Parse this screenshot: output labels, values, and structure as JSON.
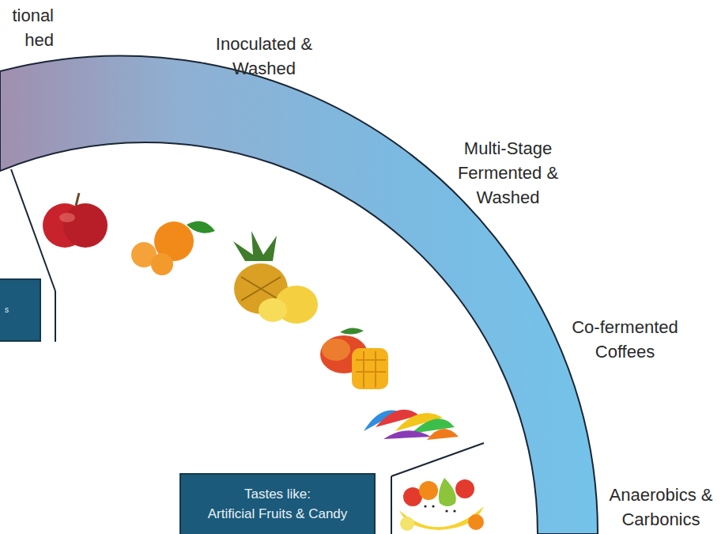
{
  "diagram": {
    "nodes": [
      {
        "text": [
          "s"
        ]
      },
      {
        "text": [
          "Tastes like:",
          "Artificial Fruits & Candy"
        ]
      }
    ],
    "labels": [
      "tional hed",
      "Inoculated & Washed",
      "Multi-Stage Fermented & Washed",
      "Co-fermented Coffees",
      "Anaerobics & Carbonics"
    ]
  }
}
